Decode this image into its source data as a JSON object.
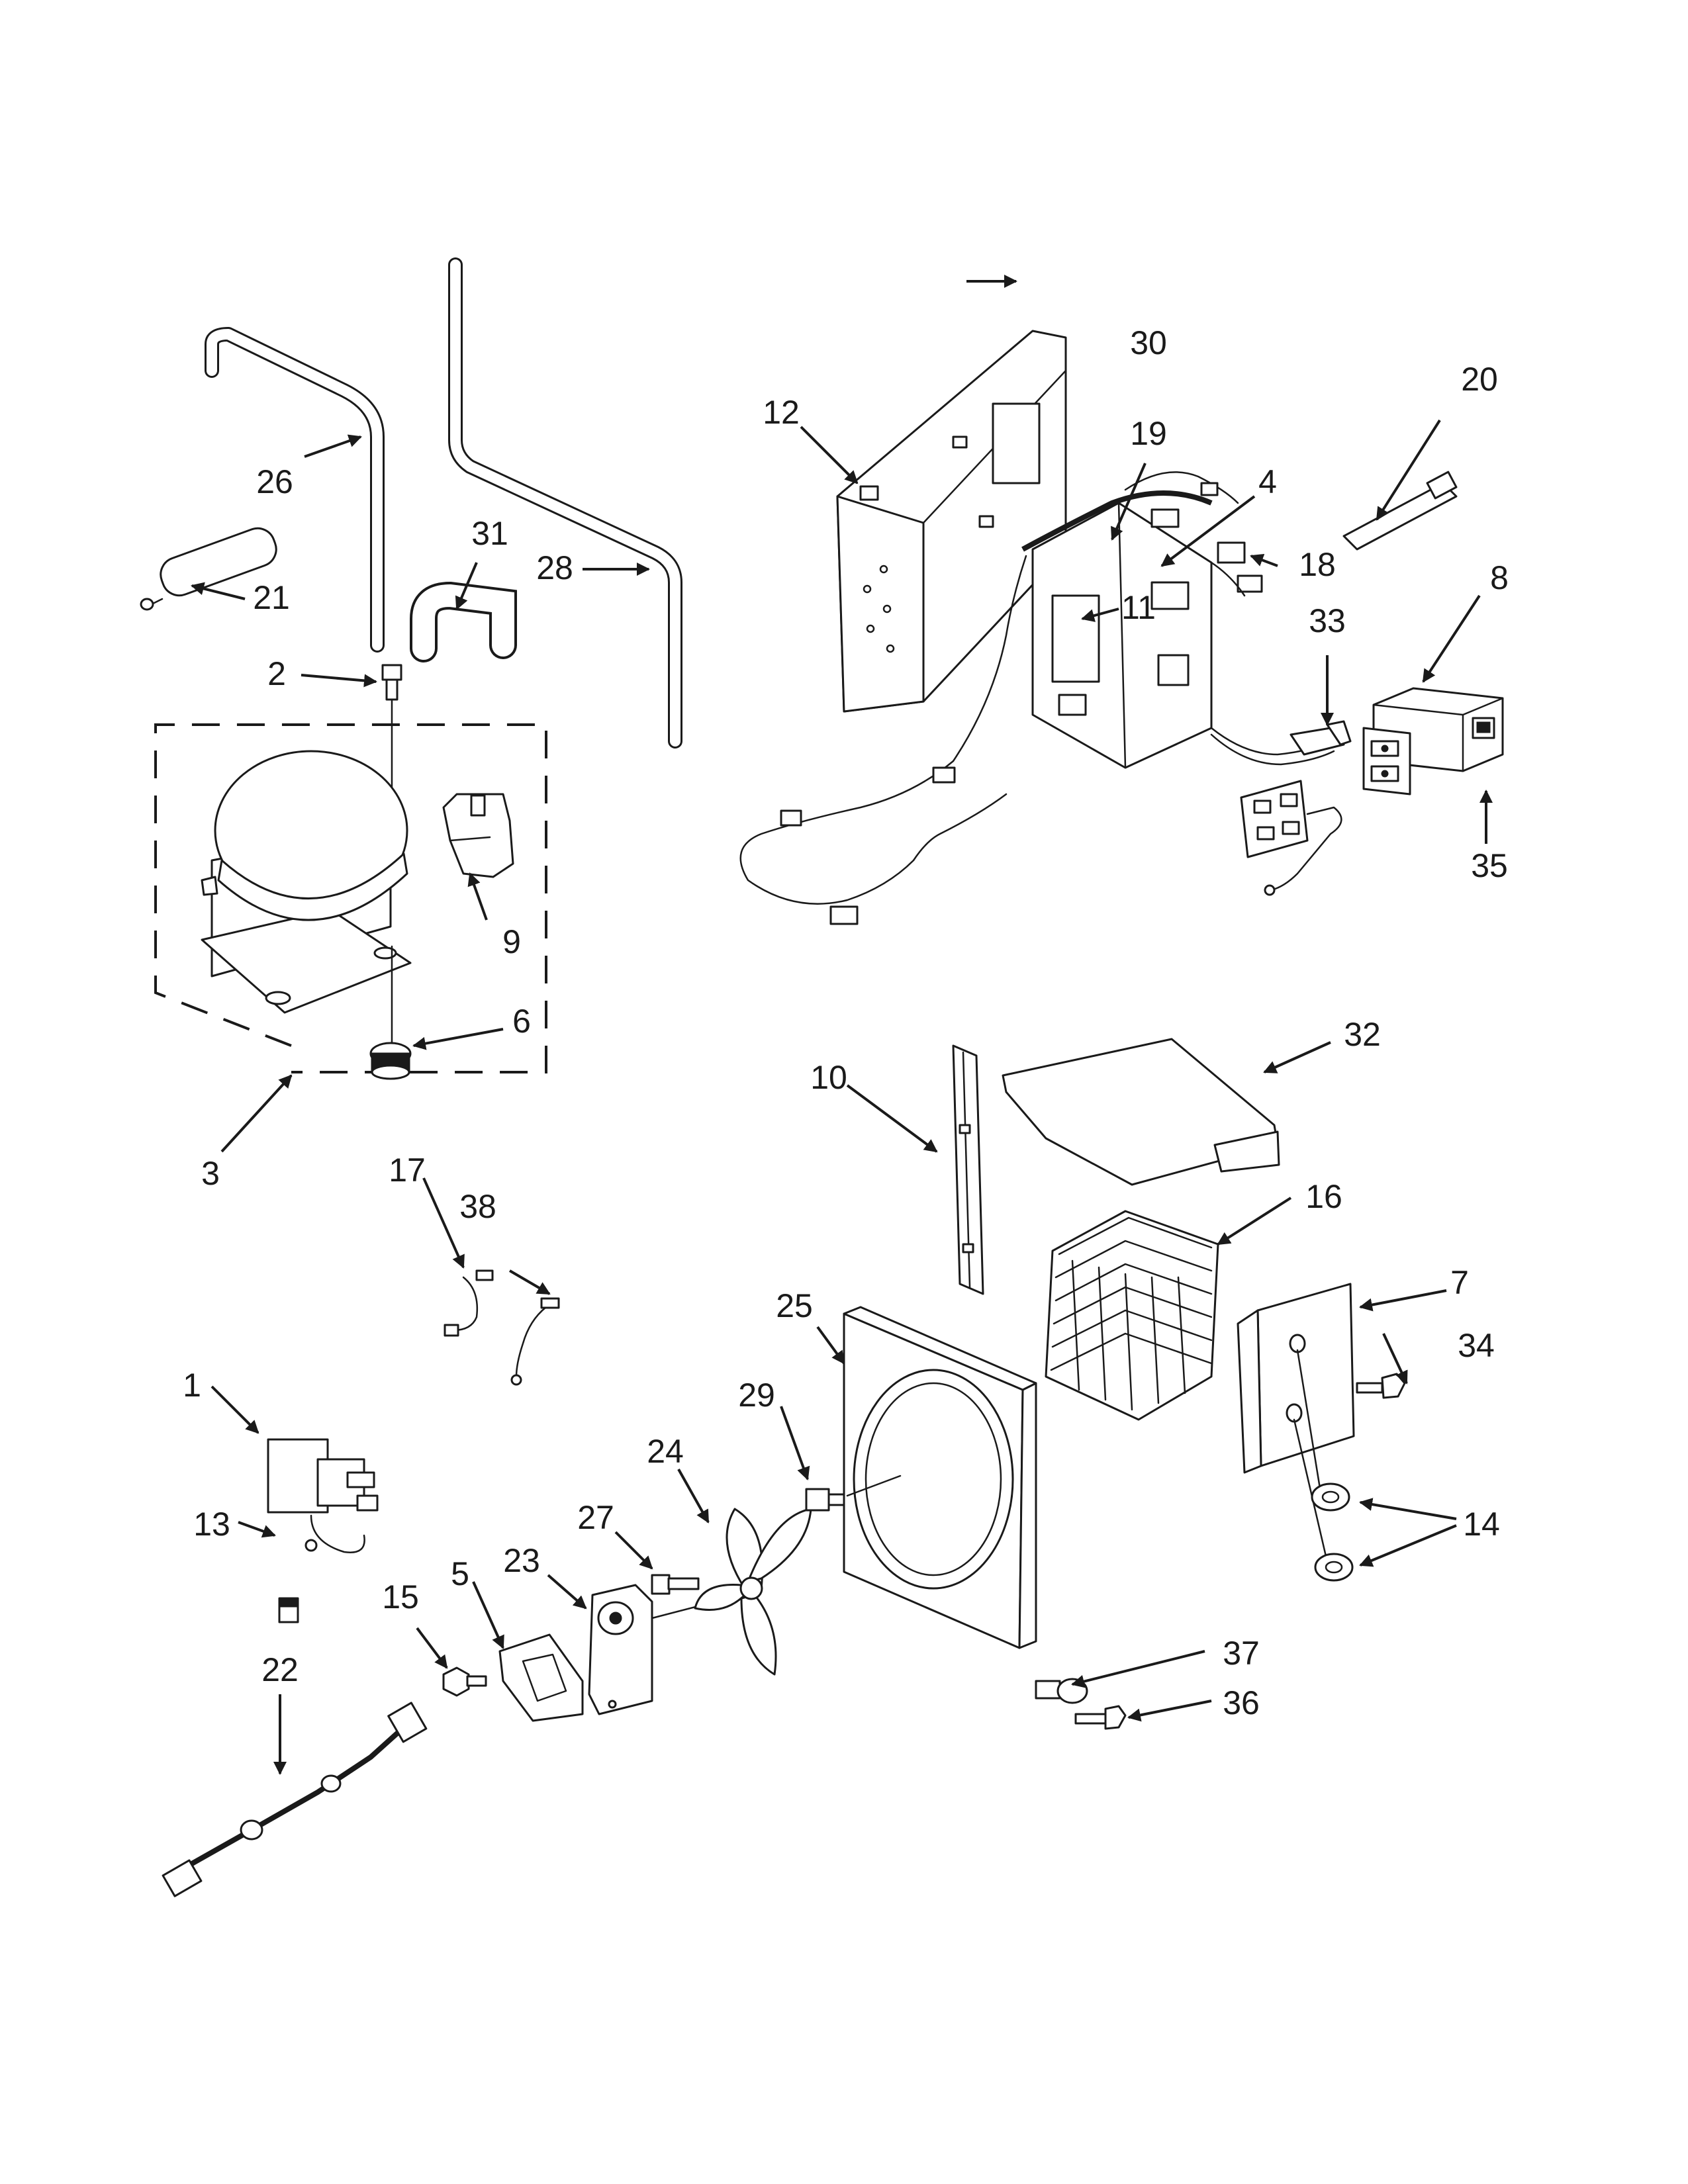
{
  "callouts": [
    {
      "id": "c1",
      "text": "1"
    },
    {
      "id": "c2",
      "text": "2"
    },
    {
      "id": "c3",
      "text": "3"
    },
    {
      "id": "c4",
      "text": "4"
    },
    {
      "id": "c5",
      "text": "5"
    },
    {
      "id": "c6",
      "text": "6"
    },
    {
      "id": "c7",
      "text": "7"
    },
    {
      "id": "c8",
      "text": "8"
    },
    {
      "id": "c9",
      "text": "9"
    },
    {
      "id": "c10",
      "text": "10"
    },
    {
      "id": "c11",
      "text": "11"
    },
    {
      "id": "c12",
      "text": "12"
    },
    {
      "id": "c13",
      "text": "13"
    },
    {
      "id": "c14",
      "text": "14"
    },
    {
      "id": "c15",
      "text": "15"
    },
    {
      "id": "c16",
      "text": "16"
    },
    {
      "id": "c17",
      "text": "17"
    },
    {
      "id": "c18",
      "text": "18"
    },
    {
      "id": "c19",
      "text": "19"
    },
    {
      "id": "c20",
      "text": "20"
    },
    {
      "id": "c21",
      "text": "21"
    },
    {
      "id": "c22",
      "text": "22"
    },
    {
      "id": "c23",
      "text": "23"
    },
    {
      "id": "c24",
      "text": "24"
    },
    {
      "id": "c25",
      "text": "25"
    },
    {
      "id": "c26",
      "text": "26"
    },
    {
      "id": "c27",
      "text": "27"
    },
    {
      "id": "c28",
      "text": "28"
    },
    {
      "id": "c29",
      "text": "29"
    },
    {
      "id": "c30",
      "text": "30"
    },
    {
      "id": "c31",
      "text": "31"
    },
    {
      "id": "c32",
      "text": "32"
    },
    {
      "id": "c33",
      "text": "33"
    },
    {
      "id": "c34",
      "text": "34"
    },
    {
      "id": "c35",
      "text": "35"
    },
    {
      "id": "c36",
      "text": "36"
    },
    {
      "id": "c37",
      "text": "37"
    },
    {
      "id": "c38",
      "text": "38"
    }
  ]
}
